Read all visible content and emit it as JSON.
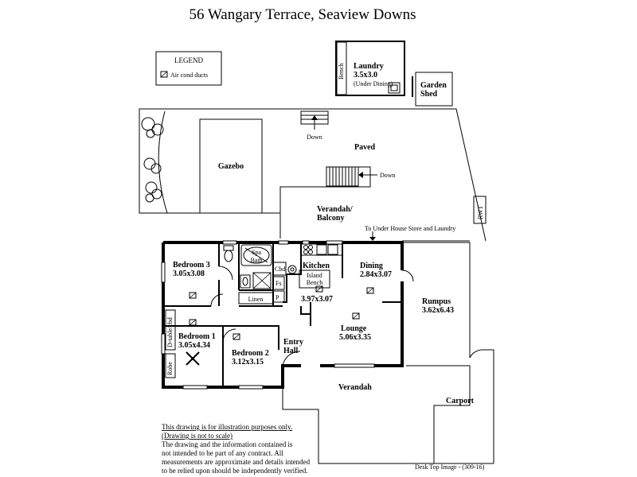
{
  "title": "56 Wangary Terrace,  Seaview Downs",
  "legend": {
    "heading": "LEGEND",
    "item": "Air cond ducts"
  },
  "rooms": {
    "laundry": {
      "name": "Laundry",
      "dim": "3.5x3.0",
      "note": "(Under Dining)",
      "bench": "Bench"
    },
    "garden_shed": {
      "line1": "Garden",
      "line2": "Shed"
    },
    "gazebo": "Gazebo",
    "paved": "Paved",
    "down1": "Down",
    "down2": "Down",
    "verandah_balcony": {
      "line1": "Verandah/",
      "line2": "Balcony"
    },
    "rwt": "RWT",
    "under_house": "To Under House Store and Laundry",
    "bedroom3": {
      "name": "Bedroom 3",
      "dim": "3.05x3.08"
    },
    "spa_bath": {
      "line1": "Spa",
      "line2": "Bath"
    },
    "kitchen": {
      "name": "Kitchen",
      "dim": "3.97x3.07",
      "island1": "Island",
      "island2": "Bench"
    },
    "cbd": "Cbd",
    "fs": "Fs",
    "p": "P",
    "linen": "Linen",
    "dining": {
      "name": "Dining",
      "dim": "2.84x3.07"
    },
    "rumpus": {
      "name": "Rumpus",
      "dim": "3.62x6.43"
    },
    "bedroom1": {
      "name": "Bedroom 1",
      "dim": "3.05x4.34",
      "dtable": "D-table/cbd",
      "robe": "Robe"
    },
    "bedroom2": {
      "name": "Bedroom 2",
      "dim": "3.12x3.15"
    },
    "entry": {
      "line1": "Entry",
      "line2": "Hall"
    },
    "lounge": {
      "name": "Lounge",
      "dim": "5.06x3.35"
    },
    "verandah": "Verandah",
    "carport": "Carport"
  },
  "disclaimer": {
    "line1": "This drawing is for illustration purposes only.",
    "line2": "(Drawing is not to scale)",
    "line3": "The drawing and the information contained is",
    "line4": "not intended to be part of any contract.  All",
    "line5": "measurements are approximate and details intended",
    "line6": "to be relied upon should be independently verified."
  },
  "footer": "Desk Top Image - (309-16)"
}
